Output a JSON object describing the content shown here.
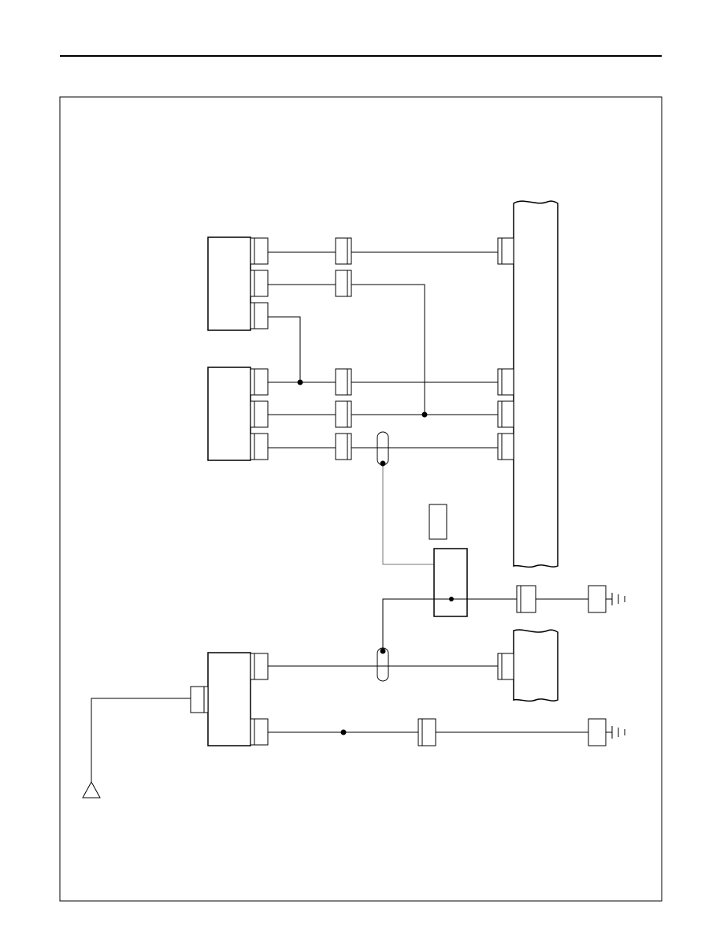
{
  "page": {
    "title": "",
    "colors": {
      "line": "#000000",
      "shield_wire": "#777777",
      "background": "#ffffff"
    }
  },
  "diagram": {
    "components": [
      {
        "id": "module-upper",
        "label": ""
      },
      {
        "id": "module-middle",
        "label": ""
      },
      {
        "id": "module-lower",
        "label": ""
      },
      {
        "id": "ecu-block-upper",
        "label": ""
      },
      {
        "id": "ecu-block-lower",
        "label": ""
      },
      {
        "id": "shield-junction",
        "label": ""
      },
      {
        "id": "antenna",
        "label": ""
      }
    ],
    "grounds": 2,
    "splice_points": 6
  }
}
